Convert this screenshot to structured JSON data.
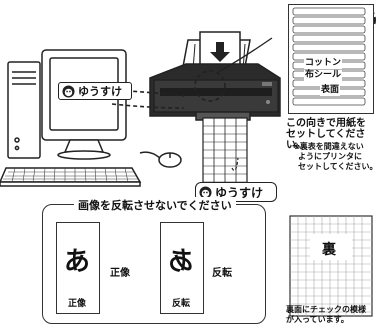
{
  "name_tag": {
    "text": "ゆうすけ"
  },
  "label_sheet": {
    "lines": [
      "コットン",
      "布シール",
      "表面"
    ]
  },
  "orientation_note": {
    "main": [
      "この向きで用紙を",
      "セットしてください。"
    ],
    "sub": [
      "※裏表を間違えない",
      "ようにプリンタに",
      "セットしてください。"
    ]
  },
  "back_sheet": {
    "label": "裏",
    "caption": [
      "裏面にチェックの模様",
      "が入っています。"
    ]
  },
  "notice": {
    "title": "画像を反転させないでください",
    "correct": {
      "char": "あ",
      "caption": "正像",
      "header": "正像"
    },
    "wrong": {
      "char": "あ",
      "caption": "反転",
      "header": "反転"
    }
  }
}
